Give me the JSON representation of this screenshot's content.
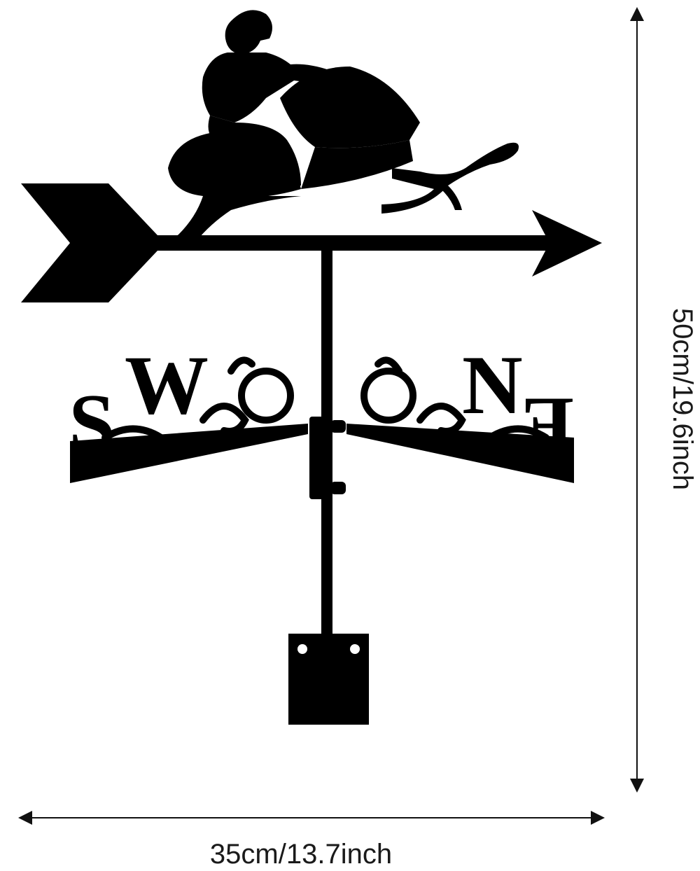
{
  "dimensions": {
    "height_text": "50cm/19.6inch",
    "width_text": "35cm/13.7inch"
  },
  "directions": {
    "west": "W",
    "south": "S",
    "north": "N",
    "east": "E"
  },
  "colors": {
    "silhouette": "#000000",
    "dimension_line": "#111111",
    "background": "#ffffff"
  },
  "icons": [
    "snowmobile-rider-icon",
    "arrow-icon",
    "bracket-icon"
  ]
}
